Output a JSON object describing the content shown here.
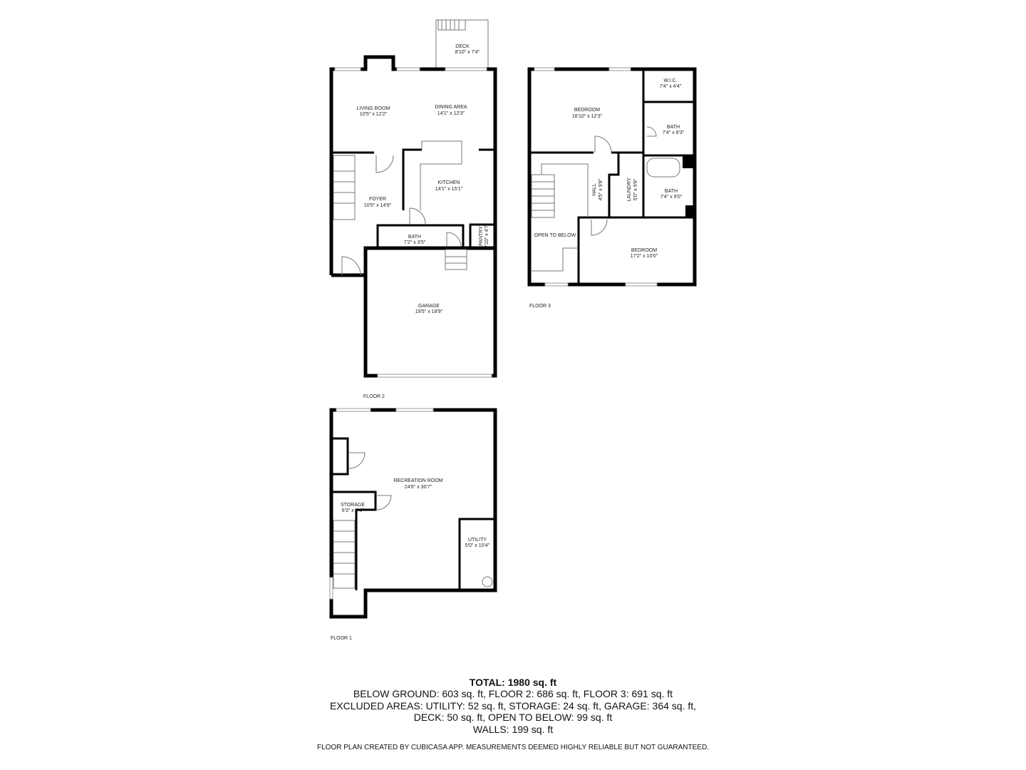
{
  "floors": [
    {
      "label": "FLOOR 2",
      "rooms": [
        {
          "name": "DECK",
          "dims": "8'10\" x 7'4\""
        },
        {
          "name": "LIVING ROOM",
          "dims": "10'5\" x 12'2\""
        },
        {
          "name": "DINING AREA",
          "dims": "14'1\" x 12'3\""
        },
        {
          "name": "KITCHEN",
          "dims": "14'1\" x 15'1\""
        },
        {
          "name": "FOYER",
          "dims": "10'5\" x 14'9\""
        },
        {
          "name": "BATH",
          "dims": "7'2\" x 3'5\""
        },
        {
          "name": "PANTRY",
          "dims": "2'10\" x 4'7\""
        },
        {
          "name": "GARAGE",
          "dims": "19'5\" x 18'9\""
        }
      ]
    },
    {
      "label": "FLOOR 3",
      "rooms": [
        {
          "name": "BEDROOM",
          "dims": "16'10\" x 12'3\""
        },
        {
          "name": "W.I.C.",
          "dims": "7'4\" x 4'4\""
        },
        {
          "name": "BATH",
          "dims": "7'4\" x 8'3\""
        },
        {
          "name": "HALL",
          "dims": "4'5\" x 9'8\""
        },
        {
          "name": "LAUNDRY",
          "dims": "5'0\" x 9'8\""
        },
        {
          "name": "BATH",
          "dims": "7'4\" x 9'0\""
        },
        {
          "name": "OPEN TO BELOW",
          "dims": ""
        },
        {
          "name": "BEDROOM",
          "dims": "17'2\" x 10'0\""
        }
      ]
    },
    {
      "label": "FLOOR 1",
      "rooms": [
        {
          "name": "RECREATION ROOM",
          "dims": "24'6\" x 30'7\""
        },
        {
          "name": "STORAGE",
          "dims": "6'3\" x 4'4\""
        },
        {
          "name": "UTILITY",
          "dims": "5'0\" x 10'4\""
        }
      ]
    }
  ],
  "summary": {
    "total": "TOTAL: 1980 sq. ft",
    "lines": [
      "BELOW GROUND: 603 sq. ft, FLOOR 2: 686 sq. ft, FLOOR 3: 691 sq. ft",
      "EXCLUDED AREAS: UTILITY: 52 sq. ft, STORAGE: 24 sq. ft, GARAGE: 364 sq. ft,",
      "DECK: 50 sq. ft, OPEN TO BELOW: 99 sq. ft",
      "WALLS: 199 sq. ft"
    ],
    "credit": "FLOOR PLAN CREATED BY CUBICASA APP. MEASUREMENTS DEEMED HIGHLY RELIABLE BUT NOT GUARANTEED."
  }
}
